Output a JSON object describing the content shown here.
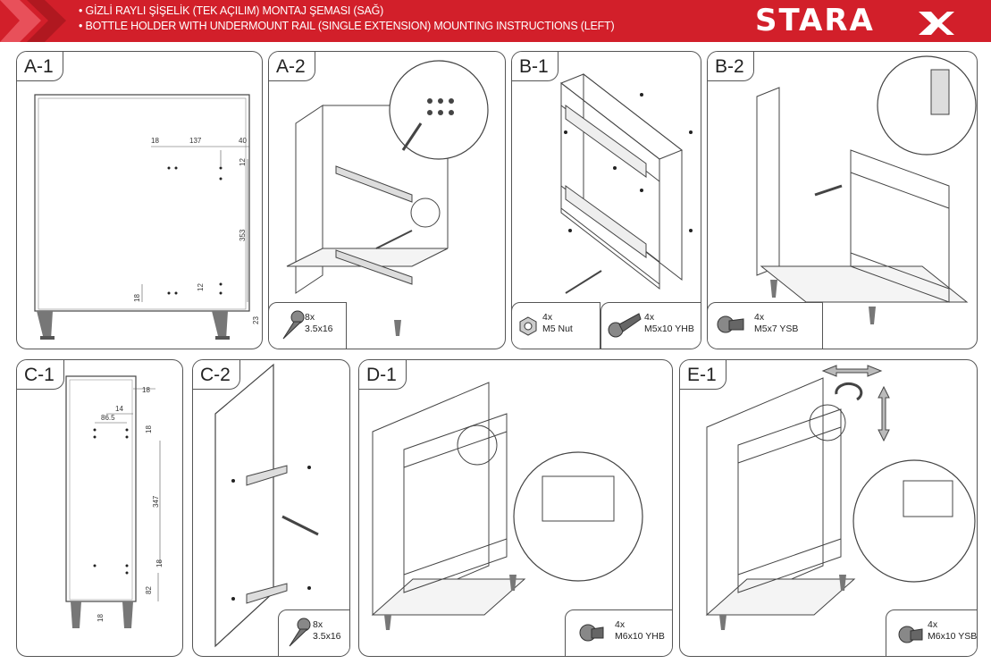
{
  "header": {
    "line1": "• GİZLİ RAYLI ŞİŞELİK (TEK AÇILIM) MONTAJ ŞEMASI (SAĞ)",
    "line2": "• BOTTLE HOLDER WITH UNDERMOUNT RAIL (SINGLE EXTENSION) MOUNTING INSTRUCTIONS (LEFT)",
    "logo": "STARA",
    "bg_color": "#d21f2a"
  },
  "panels": {
    "a1": {
      "title": "A-1",
      "dims": {
        "d18": "18",
        "d137": "137",
        "d40": "40",
        "d12a": "12",
        "d353": "353",
        "d12b": "12",
        "d18b": "18",
        "d23": "23"
      }
    },
    "a2": {
      "title": "A-2",
      "qty": "8x",
      "spec": "3.5x16"
    },
    "b1": {
      "title": "B-1",
      "qty1": "4x",
      "spec1": "M5 Nut",
      "qty2": "4x",
      "spec2": "M5x10 YHB"
    },
    "b2": {
      "title": "B-2",
      "qty": "4x",
      "spec": "M5x7 YSB"
    },
    "c1": {
      "title": "C-1",
      "dims": {
        "d18": "18",
        "d14": "14",
        "d865": "86.5",
        "d18b": "18",
        "d347": "347",
        "d18c": "18",
        "d82": "82",
        "d18d": "18"
      }
    },
    "c2": {
      "title": "C-2",
      "qty": "8x",
      "spec": "3.5x16"
    },
    "d1": {
      "title": "D-1",
      "qty": "4x",
      "spec": "M6x10 YHB"
    },
    "e1": {
      "title": "E-1",
      "qty": "4x",
      "spec": "M6x10 YSB"
    }
  }
}
